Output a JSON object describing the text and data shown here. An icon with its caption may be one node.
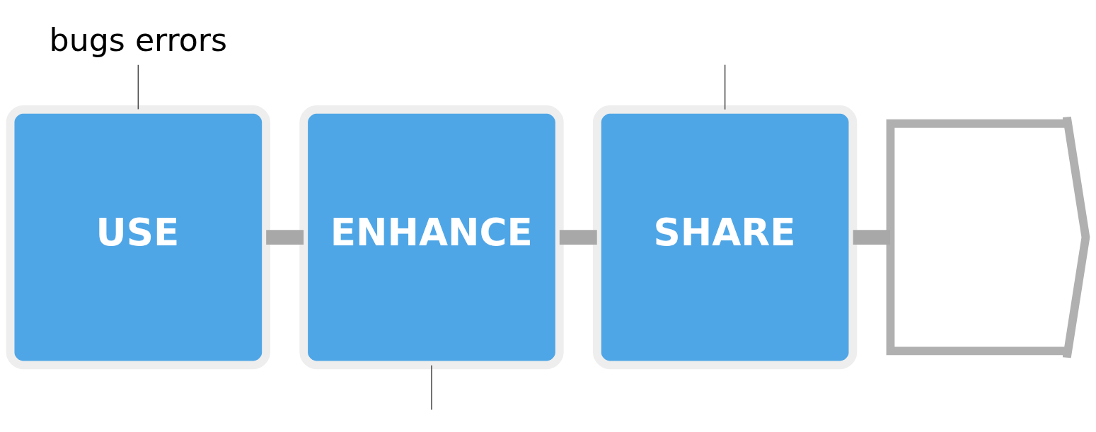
{
  "diagram": {
    "nodes": [
      {
        "text": [
          "bugs errors"
        ]
      },
      {
        "text": [
          "USE"
        ]
      },
      {
        "text": [
          "ENHANCE"
        ]
      },
      {
        "text": [
          "SHARE"
        ]
      },
      {
        "text": [],
        "shape": "arrow"
      }
    ],
    "edges": [
      {
        "from": 0,
        "to": 1,
        "arrow": "none"
      },
      {
        "from": 1,
        "to": 2,
        "arrow": "none",
        "style": "thick",
        "color": "#a8a8a8"
      },
      {
        "from": 2,
        "to": 3,
        "arrow": "none",
        "style": "thick",
        "color": "#a8a8a8"
      },
      {
        "from": 3,
        "to": 4,
        "arrow": "none",
        "style": "thick",
        "color": "#a8a8a8"
      },
      {
        "from": null,
        "to": 2,
        "arrow": "none"
      },
      {
        "from": null,
        "to": 3,
        "arrow": "none"
      }
    ]
  }
}
